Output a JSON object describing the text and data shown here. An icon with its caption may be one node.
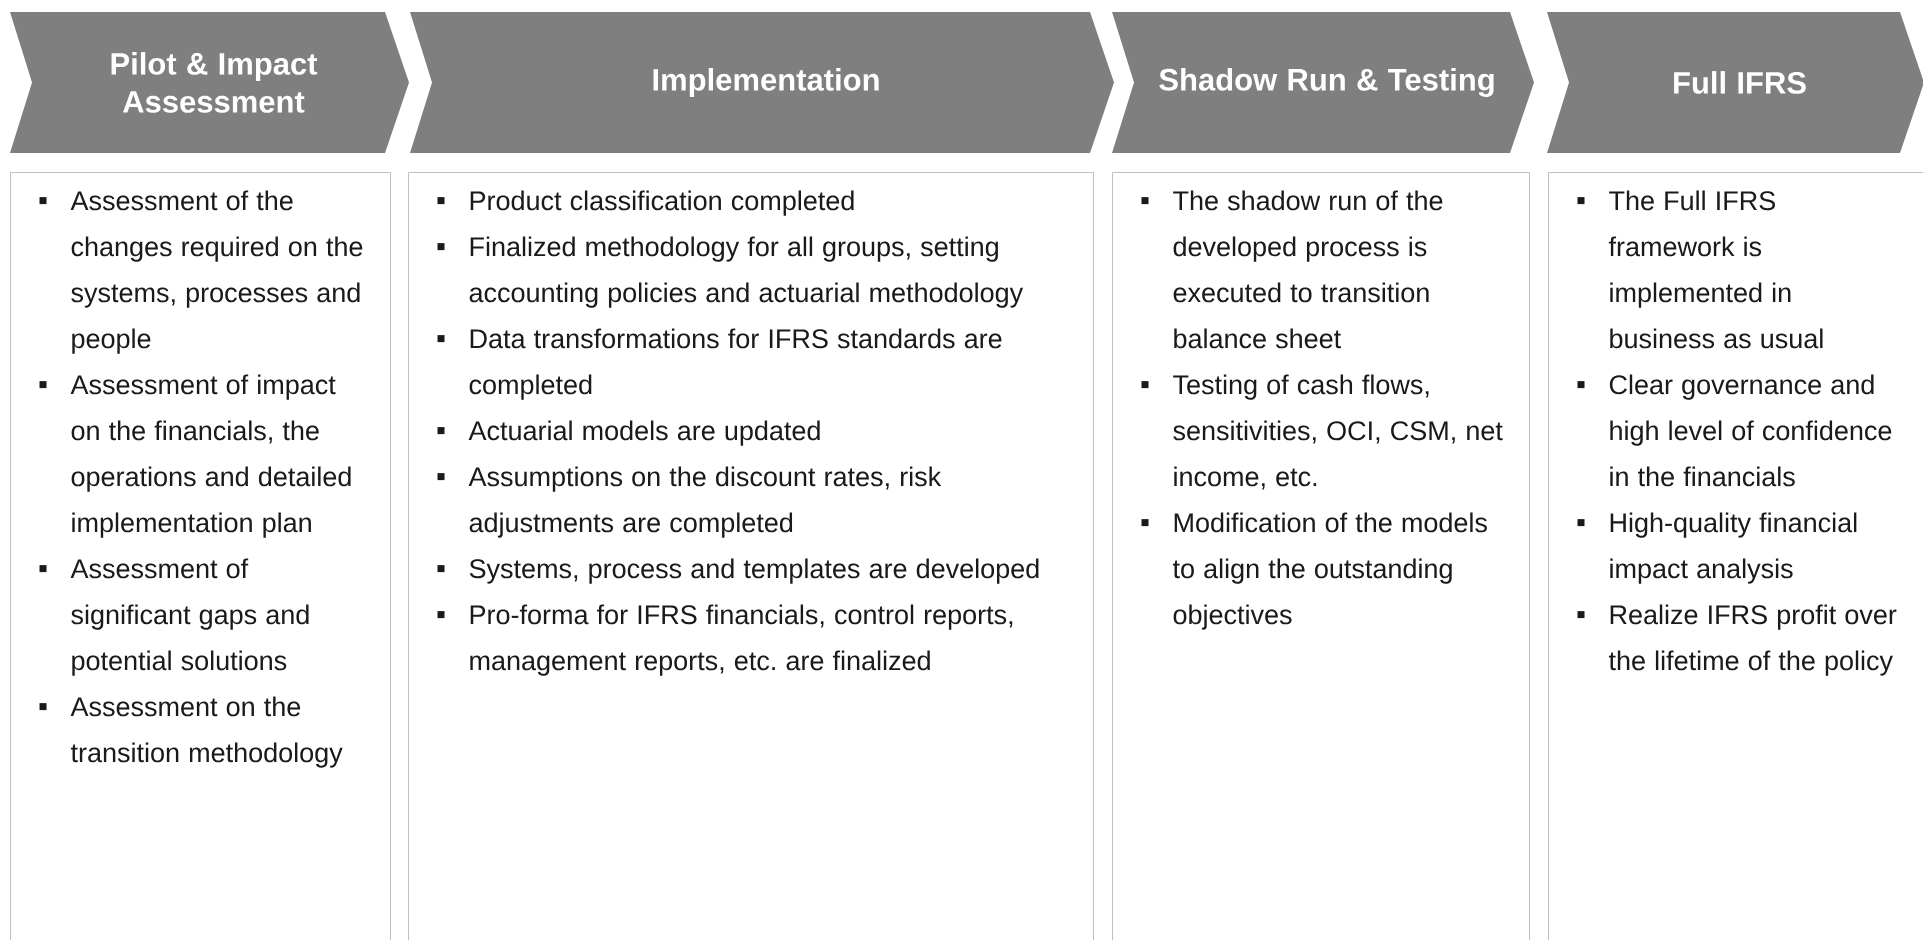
{
  "diagram": {
    "nodes": [
      {
        "text": [
          "Pilot & Impact Assessment"
        ]
      },
      {
        "text": [
          "Implementation"
        ]
      },
      {
        "text": [
          "Shadow Run & Testing"
        ]
      },
      {
        "text": [
          "Full IFRS"
        ]
      },
      {
        "text": [
          "Assessment of the changes required on the systems, processes and people",
          "Assessment of impact on the financials, the operations and detailed implementation plan",
          "Assessment of significant gaps and potential solutions",
          "Assessment on the transition methodology"
        ]
      },
      {
        "text": [
          "Product classification completed",
          "Finalized methodology for all groups, setting accounting policies and actuarial methodology",
          "Data transformations for IFRS standards are completed",
          "Actuarial models are updated",
          "Assumptions on the discount rates, risk adjustments are completed",
          "Systems, process and templates are developed",
          "Pro-forma for IFRS financials, control reports, management reports, etc. are finalized"
        ]
      },
      {
        "text": [
          "The shadow run of the developed process is executed to transition balance sheet",
          "Testing of cash flows, sensitivities, OCI, CSM, net income, etc.",
          "Modification of the models to align the outstanding objectives"
        ]
      },
      {
        "text": [
          "The Full IFRS framework is implemented in business as usual",
          "Clear governance and high level of confidence in the financials",
          "High-quality financial impact analysis",
          "Realize IFRS profit over the lifetime of the policy"
        ]
      }
    ],
    "edges": []
  }
}
